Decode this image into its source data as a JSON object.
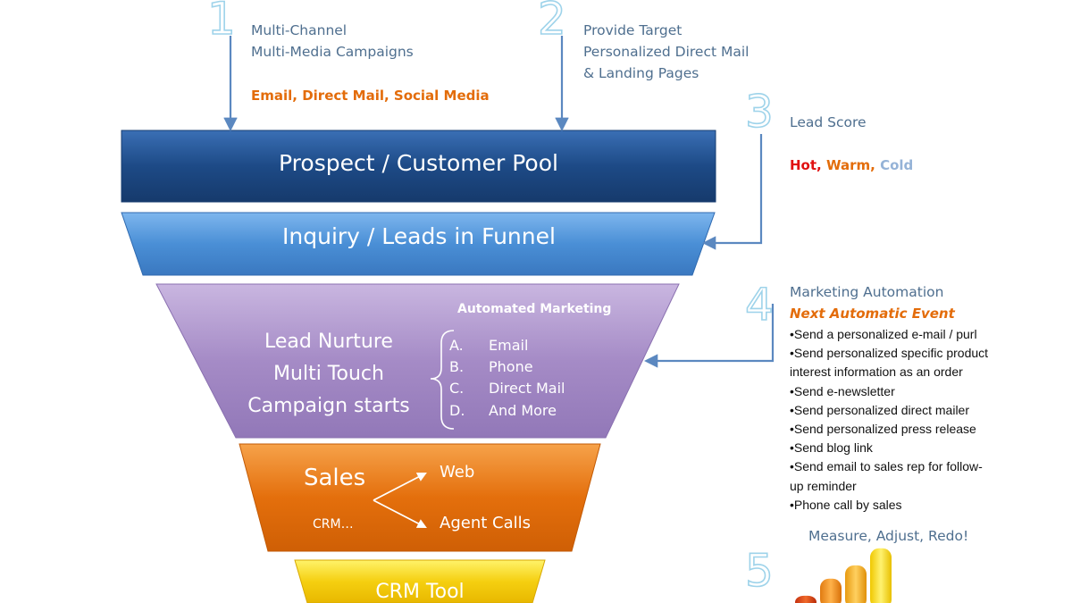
{
  "steps": {
    "s1": {
      "number": "1",
      "line1": "Multi-Channel",
      "line2": "Multi-Media Campaigns",
      "channels": "Email, Direct Mail, Social Media"
    },
    "s2": {
      "number": "2",
      "line1": "Provide Target",
      "line2": "Personalized Direct Mail",
      "line3": "& Landing Pages"
    },
    "s3": {
      "number": "3",
      "label": "Lead Score",
      "hot": "Hot,",
      "warm": "Warm,",
      "cold": "Cold"
    },
    "s4": {
      "number": "4",
      "label": "Marketing Automation",
      "sublabel": "Next Automatic Event",
      "bullets": [
        "•Send a personalized e-mail / purl",
        "•Send personalized specific product",
        "interest information as an order",
        "•Send e-newsletter",
        "•Send personalized direct mailer",
        "•Send personalized  press release",
        "•Send blog link",
        "•Send email to sales rep for follow-",
        "up reminder",
        "•Phone call by sales"
      ]
    },
    "s5": {
      "number": "5",
      "label": "Measure, Adjust, Redo!"
    }
  },
  "funnel": {
    "pool": "Prospect / Customer Pool",
    "inquiry": "Inquiry / Leads in Funnel",
    "nurture": {
      "line1": "Lead Nurture",
      "line2": "Multi Touch",
      "line3": "Campaign starts",
      "heading": "Automated Marketing",
      "items": [
        {
          "letter": "A.",
          "text": "Email"
        },
        {
          "letter": "B.",
          "text": "Phone"
        },
        {
          "letter": "C.",
          "text": "Direct Mail"
        },
        {
          "letter": "D.",
          "text": "And More"
        }
      ]
    },
    "sales": {
      "title": "Sales",
      "crm": "CRM…",
      "web": "Web",
      "agent": "Agent Calls"
    },
    "crm_tool": "CRM Tool"
  },
  "colors": {
    "pool": "#1f4e8c",
    "inquiry": "#4a8fd6",
    "nurture": "#a98fc9",
    "sales": "#e8720c",
    "crm": "#f2c200",
    "arrow": "#5b88c0",
    "orange_text": "#e36c0a",
    "hot": "#e01010",
    "warm": "#e36c0a",
    "cold": "#95b3d7"
  },
  "bar_chart": {
    "bars": [
      0.12,
      0.4,
      0.62,
      0.9
    ]
  }
}
